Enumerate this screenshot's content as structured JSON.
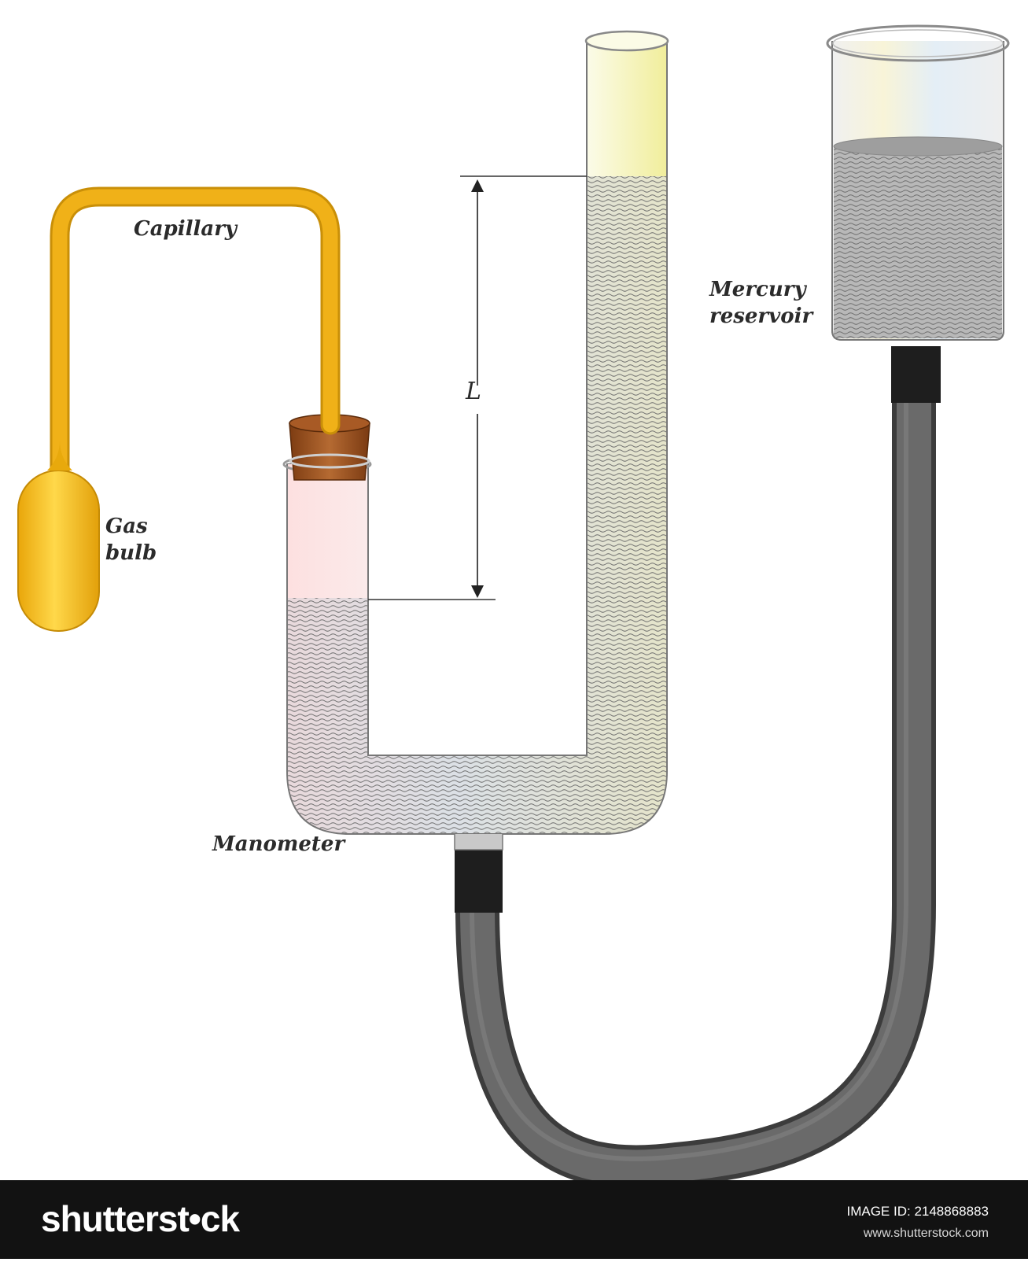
{
  "labels": {
    "capillary": "Capillary",
    "gas_line1": "Gas",
    "gas_line2": "bulb",
    "mercury_line1": "Mercury",
    "mercury_line2": "reservoir",
    "manometer": "Manometer",
    "dimension": "L"
  },
  "footer": {
    "logo": "shutterst•ck",
    "image_id": "IMAGE ID: 2148868883",
    "url": "www.shutterstock.com"
  },
  "colors": {
    "capillary": "#e6a713",
    "gas_bulb": "#f2b90f",
    "stopper": "#9a4e1d",
    "mercury": "#8a8a8a",
    "tubing": "#4a4a4a",
    "tube_glass_left": "#fde3e3",
    "tube_glass_right": "#f6f3c0"
  }
}
